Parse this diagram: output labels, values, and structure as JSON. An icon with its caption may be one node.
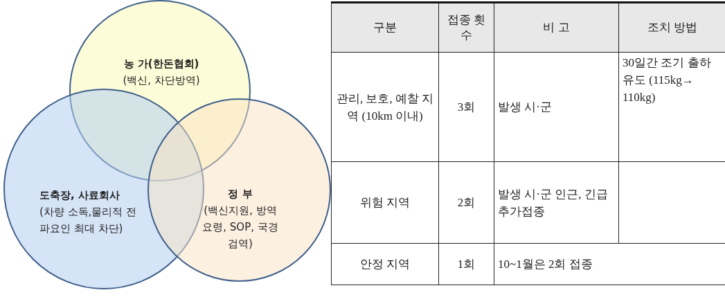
{
  "diagram": {
    "nodes": [
      {
        "text": [
          "농 가(한돈협회)",
          "(백신, 차단방역)"
        ]
      },
      {
        "text": [
          "도축장, 사료회사",
          "(차량 소독,물리적 전파요인 최대 차단)"
        ]
      },
      {
        "text": [
          "정 부",
          "(백신지원, 방역 요령, SOP, 국경검역)"
        ]
      }
    ],
    "labels": [
      "구분",
      "접종 횟수",
      "비 고",
      "조치 방법",
      "관리, 보호, 예찰 지역 (10km 이내)",
      "3회",
      "발생 시·군",
      "30일간 조기 출하 유도 (115kg→ 110kg)",
      "위험 지역",
      "2회",
      "발생 시·군 인근, 긴급 추가접종",
      "안정 지역",
      "1회",
      "10~1월은 2회 접종"
    ]
  }
}
